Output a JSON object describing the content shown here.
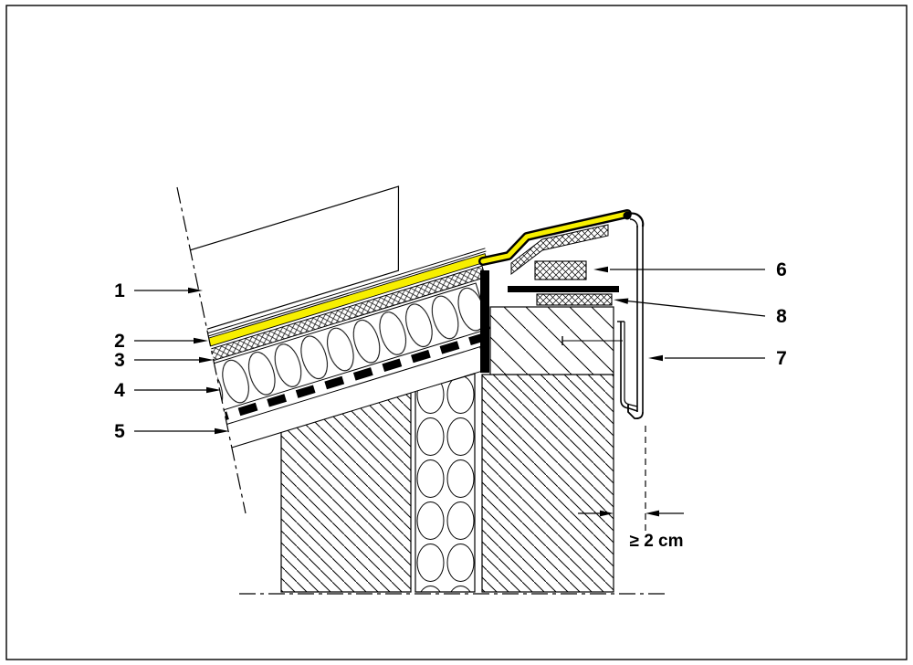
{
  "drawing": {
    "callouts": [
      {
        "label": "1"
      },
      {
        "label": "2"
      },
      {
        "label": "3"
      },
      {
        "label": "4"
      },
      {
        "label": "5"
      },
      {
        "label": "6"
      },
      {
        "label": "7"
      },
      {
        "label": "8"
      }
    ],
    "dimension": {
      "label": "≥ 2 cm"
    },
    "colors": {
      "membrane_highlight": "#f7ef00",
      "ink": "#000000",
      "paper": "#ffffff"
    }
  }
}
